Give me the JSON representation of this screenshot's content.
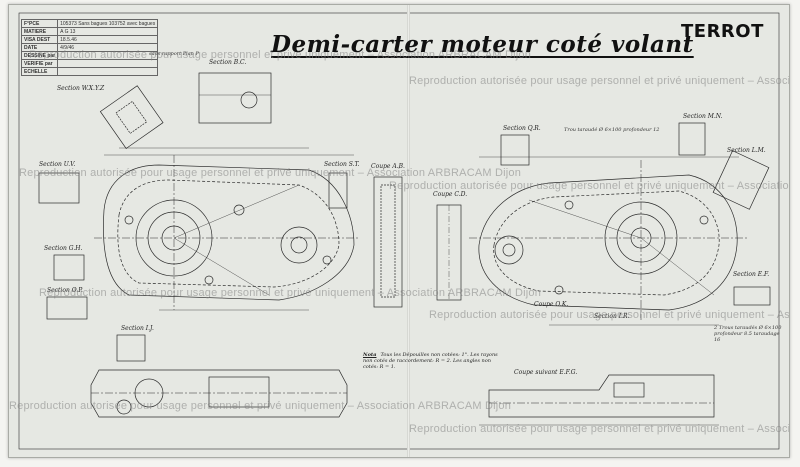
{
  "drawing": {
    "title": "Demi-carter moteur coté volant",
    "brand": "TERROT"
  },
  "title_block": {
    "rows": [
      {
        "key": "F°PCE",
        "value": "105373 Sans bagues  103752 avec bagues"
      },
      {
        "key": "MATIERE",
        "value": "A G 13"
      },
      {
        "key": "VISA DEST",
        "value": "18.5.46"
      },
      {
        "key": "DATE",
        "value": "4/9/46"
      },
      {
        "key": "DESSINE par",
        "value": ""
      },
      {
        "key": "VERIFIE par",
        "value": ""
      },
      {
        "key": "ECHELLE",
        "value": ""
      }
    ]
  },
  "section_labels": [
    {
      "id": "wxyz",
      "text": "Section W.X.Y.Z"
    },
    {
      "id": "bc",
      "text": "Section B.C."
    },
    {
      "id": "uv",
      "text": "Section U.V."
    },
    {
      "id": "st",
      "text": "Section S.T."
    },
    {
      "id": "ab",
      "text": "Coupe A.B."
    },
    {
      "id": "cd",
      "text": "Coupe C.D."
    },
    {
      "id": "qr",
      "text": "Section Q.R."
    },
    {
      "id": "mn",
      "text": "Section M.N."
    },
    {
      "id": "lm",
      "text": "Section L.M."
    },
    {
      "id": "ef",
      "text": "Section E.F."
    },
    {
      "id": "ok",
      "text": "Coupe O.K."
    },
    {
      "id": "gh",
      "text": "Section G.H."
    },
    {
      "id": "ij",
      "text": "Section I.J."
    },
    {
      "id": "op",
      "text": "Section O.P."
    },
    {
      "id": "ir",
      "text": "Section I.R."
    },
    {
      "id": "efg",
      "text": "Coupe suivant E.F.G."
    }
  ],
  "annotations": [
    {
      "id": "plan-p",
      "text": "sans rapport Plan P"
    },
    {
      "id": "filetage",
      "text": "Trou taraudé Ø 6×100 profondeur 12"
    },
    {
      "id": "holes-note",
      "text": "2 Trous taraudés Ø 6×100 profondeur 8.5 taraudage 16"
    }
  ],
  "note": {
    "label": "Nota",
    "text": "Tous les Dépouilles non cotées: 1°. Les rayons non cotés de raccordement: R = 2. Les angles non cotés: R = 1."
  },
  "watermark": {
    "text": "Reproduction autorisée pour usage personnel et privé uniquement – Association ARBRACAM Dijon"
  }
}
